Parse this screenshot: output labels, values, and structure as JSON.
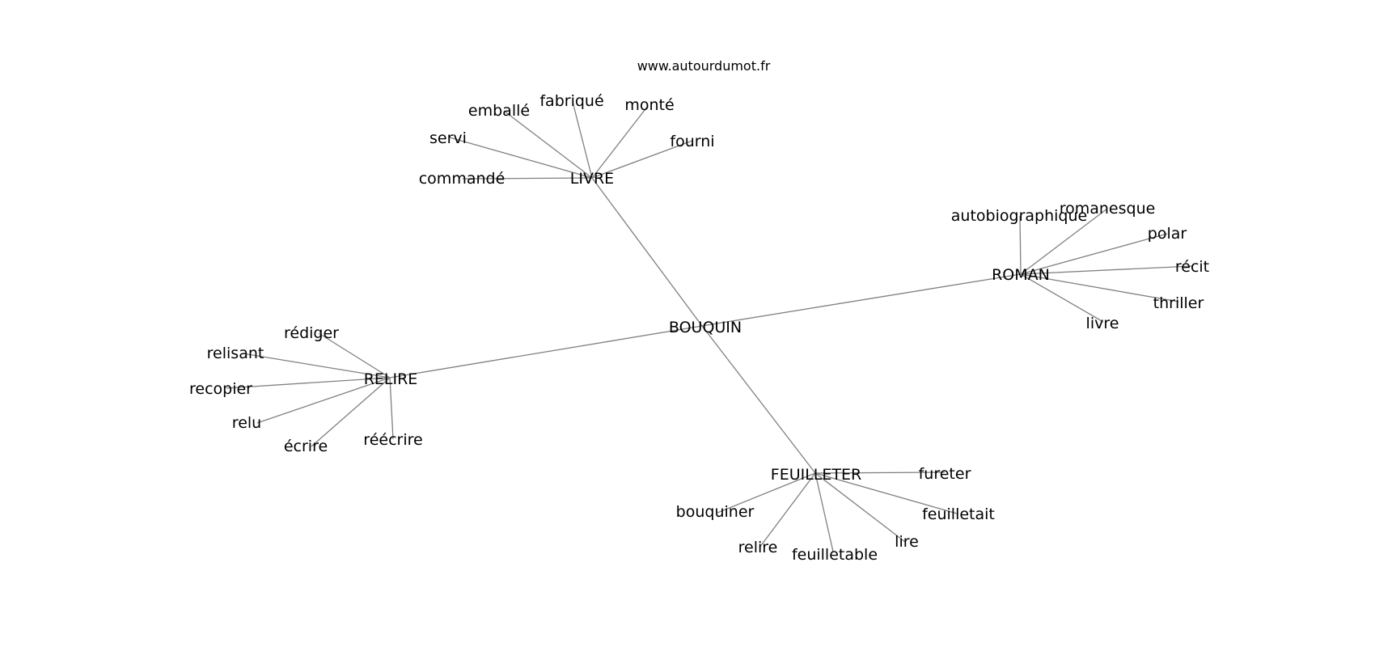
{
  "source": "www.autourdumot.fr",
  "colors": {
    "edge": "#808080",
    "text": "#000000",
    "background": "#ffffff"
  },
  "graph": {
    "center": "BOUQUIN",
    "groups": [
      {
        "hub": "LIVRE",
        "leaves": [
          "emballé",
          "fabriqué",
          "monté",
          "fourni",
          "servi",
          "commandé"
        ]
      },
      {
        "hub": "ROMAN",
        "leaves": [
          "autobiographique",
          "romanesque",
          "polar",
          "récit",
          "thriller",
          "livre"
        ]
      },
      {
        "hub": "RELIRE",
        "leaves": [
          "rédiger",
          "relisant",
          "recopier",
          "relu",
          "écrire",
          "réécrire"
        ]
      },
      {
        "hub": "FEUILLETER",
        "leaves": [
          "fureter",
          "bouquiner",
          "feuilletait",
          "lire",
          "relire",
          "feuilletable"
        ]
      }
    ]
  }
}
